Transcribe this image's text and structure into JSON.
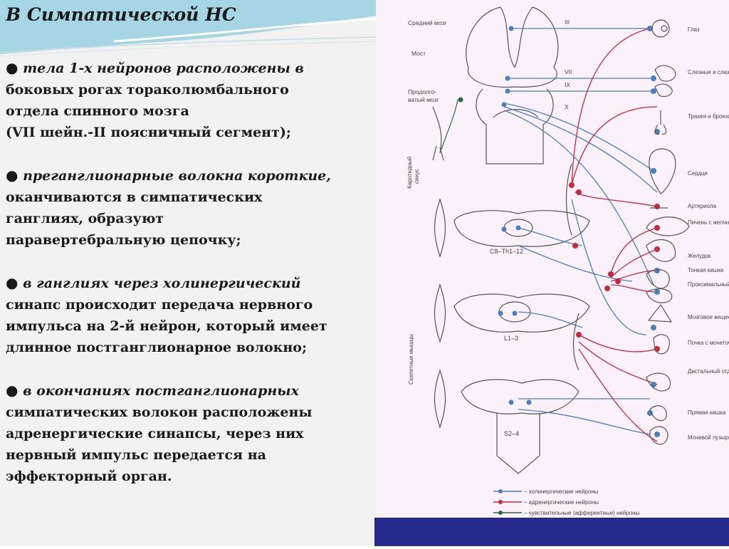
{
  "slide": {
    "title": "В Симпатической НС",
    "bullets": [
      {
        "marker": "●",
        "lines": [
          "тела 1-х нейронов расположены в",
          "боковых рогах тораколюмбального",
          "отдела спинного мозга",
          "(VII шейн.-II поясничный сегмент);"
        ]
      },
      {
        "marker": "●",
        "lines": [
          "преганглионарные волокна короткие,",
          "оканчиваются в симпатических",
          "ганглиях, образуют",
          "паравертебральную цепочку;"
        ]
      },
      {
        "marker": "●",
        "lines": [
          "в ганглиях через холинергический",
          "синапс происходит передача нервного",
          "импульса на 2-й нейрон, который имеет",
          "длинное постганглионарное волокно;"
        ]
      },
      {
        "marker": "●",
        "lines": [
          "в окончаниях постганглионарных",
          "симпатических волокон  расположены",
          "адренергические синапсы, через них",
          "нервный импульс передается на",
          "эффекторный орган."
        ]
      }
    ]
  },
  "diagram": {
    "left_labels": {
      "midbrain": "Средний мозг",
      "pons": "Мост",
      "medulla_line1": "Продолго-",
      "medulla_line2": "ватый мозг",
      "carotid_line1": "Каротидный",
      "carotid_line2": "синус",
      "skeletal_muscles": "Скелетные мышцы"
    },
    "cranial_nerves": [
      "III",
      "VII",
      "IX",
      "X"
    ],
    "segments": {
      "cervicothoracic": "C8–Th1–12",
      "lumbar": "L1–3",
      "sacral": "S2–4"
    },
    "organs": [
      {
        "name": "Глаз"
      },
      {
        "name": "Слезные и слюнные железы"
      },
      {
        "name": "Трахея и бронхи"
      },
      {
        "name": "Сердце"
      },
      {
        "name": "Артериола"
      },
      {
        "name": "Печень с желчным пузырем и желчным путями"
      },
      {
        "name": "Желудок"
      },
      {
        "name": "Тонкая кишка"
      },
      {
        "name": "Проксимальный отдел толстой кишки"
      },
      {
        "name": "Мозговое вещество надпочечника"
      },
      {
        "name": "Почка с мочеточником"
      },
      {
        "name": "Дистальный отдел толстой кишки"
      },
      {
        "name": "Прямая кишка"
      },
      {
        "name": "Мочевой пузырь"
      }
    ],
    "legend": [
      {
        "label": "– холинергические нейроны",
        "color": "#4a7fc0"
      },
      {
        "label": "– адренергические нейроны",
        "color": "#c8283c"
      },
      {
        "label": "– чувствительные (афферентные) нейроны",
        "color": "#2a6a3a"
      }
    ]
  },
  "colors": {
    "cholinergic": "#4a7fc0",
    "adrenergic": "#c8283c",
    "afferent": "#2a6a3a",
    "bottom_bar": "#262a8c",
    "diagram_background": "#fbf1fa"
  }
}
